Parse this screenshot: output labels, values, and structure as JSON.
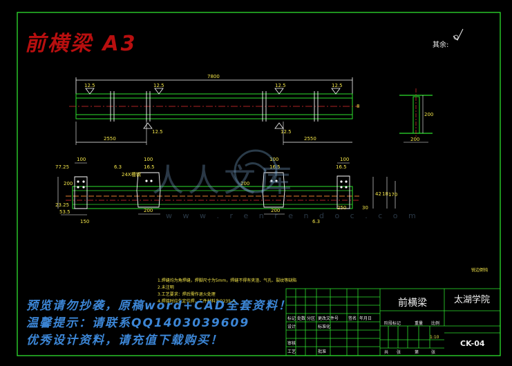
{
  "drawing": {
    "title": "前横梁 A3",
    "roughness_label": "其余:",
    "dims": {
      "overall_length": "7800",
      "left_span": "2550",
      "right_span": "2550",
      "profile_height": "200",
      "profile_width": "200",
      "roughness": "12.5",
      "d100": "100",
      "d200": "200",
      "d165": "16.5",
      "d775": "77.25",
      "d2325": "23.25",
      "d535": "53.5",
      "d150": "150",
      "d250": "250",
      "d170": "170",
      "d30": "30",
      "d6": "6.3",
      "d24x": "24X槽钢",
      "d42": "42",
      "d18": "18",
      "d8": "8",
      "tick_1": "1",
      "tick_2": "2"
    },
    "small_note": "锐边倒钝",
    "notes": [
      "1.焊缝均为角焊缝，焊脚尺寸为5mm，焊缝不得有夹渣、气孔、裂纹等缺陷",
      "2.未注明",
      "3.工艺要求：焊后需作退火处理",
      "4.焊接时应先定位焊，工件材料为Q235-A"
    ]
  },
  "title_block": {
    "part_name": "前横梁",
    "school": "太湖学院",
    "drawing_no": "CK-04",
    "scale": "1:10",
    "headers": [
      "标记",
      "处数",
      "分区",
      "更改文件号",
      "签名",
      "年月日"
    ],
    "headers2": [
      "阶段标记",
      "重量",
      "比例"
    ],
    "row_labels": [
      "设计",
      "审核",
      "工艺"
    ],
    "row_labels2": [
      "标准化",
      "批准"
    ],
    "sheet_info": [
      "共",
      "张",
      "第",
      "张"
    ]
  },
  "watermark": {
    "brand": "人人文库",
    "url": "w w w . r e n r e n d o c . c o m",
    "line1": "预览请勿抄袭，原稿word+CAD全套资料！",
    "line2": "温馨提示：请联系QQ1403039609",
    "line3": "优秀设计资料，请充值下载购买！"
  }
}
